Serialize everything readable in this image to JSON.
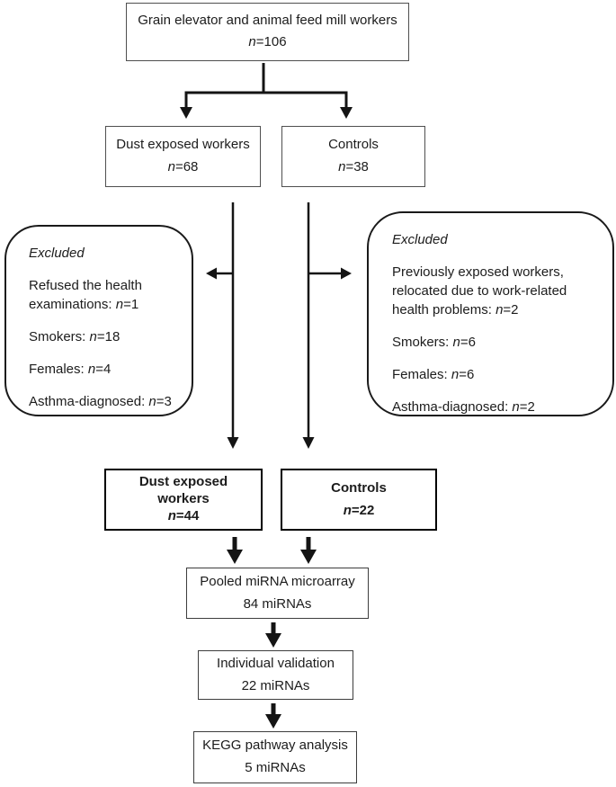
{
  "diagram": {
    "top": {
      "title": "Grain elevator and animal feed mill workers",
      "n": "n",
      "n_rest": "=106"
    },
    "dust_initial": {
      "title": "Dust exposed workers",
      "n": "n",
      "n_rest": "=68"
    },
    "controls_initial": {
      "title": "Controls",
      "n": "n",
      "n_rest": "=38"
    },
    "excluded_left": {
      "heading": "Excluded",
      "items": [
        {
          "text": "Refused the health examinations: ",
          "n": "n",
          "rest": "=1"
        },
        {
          "text": "Smokers: ",
          "n": "n",
          "rest": "=18"
        },
        {
          "text": "Females: ",
          "n": "n",
          "rest": "=4"
        },
        {
          "text": "Asthma-diagnosed: ",
          "n": "n",
          "rest": "=3"
        }
      ]
    },
    "excluded_right": {
      "heading": "Excluded",
      "items": [
        {
          "text": "Previously exposed workers, relocated due to work-related health problems: ",
          "n": "n",
          "rest": "=2"
        },
        {
          "text": "Smokers: ",
          "n": "n",
          "rest": "=6"
        },
        {
          "text": "Females: ",
          "n": "n",
          "rest": "=6"
        },
        {
          "text": "Asthma-diagnosed: ",
          "n": "n",
          "rest": "=2"
        }
      ]
    },
    "dust_final": {
      "title": "Dust exposed workers",
      "n": "n",
      "n_rest": "=44"
    },
    "controls_final": {
      "title": "Controls",
      "n": "n",
      "n_rest": "=22"
    },
    "pooled": {
      "line1": "Pooled miRNA microarray",
      "line2": "84 miRNAs"
    },
    "validation": {
      "line1": "Individual validation",
      "line2": "22 miRNAs"
    },
    "kegg": {
      "line1": "KEGG pathway analysis",
      "line2": "5 miRNAs"
    }
  }
}
